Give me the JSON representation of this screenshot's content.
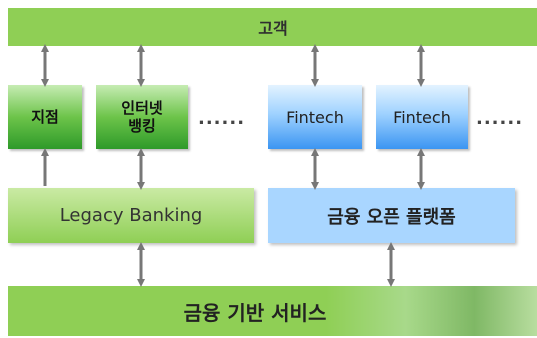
{
  "customer": "고객",
  "branch": "지점",
  "internet_banking": "인터넷\n뱅킹",
  "fintech_1": "Fintech",
  "fintech_2": "Fintech",
  "ellipsis_left": "......",
  "ellipsis_right": "......",
  "legacy_banking": "Legacy Banking",
  "open_platform": "금융 오픈 플랫폼",
  "base_services": "금융 기반 서비스",
  "colors": {
    "green_bar": "#8fcf55",
    "green_box_bottom": "#2e9a2a",
    "blue_box_bottom": "#3b95f2",
    "open_platform_blue": "#a9d6ff",
    "arrow_gray": "#777777"
  }
}
